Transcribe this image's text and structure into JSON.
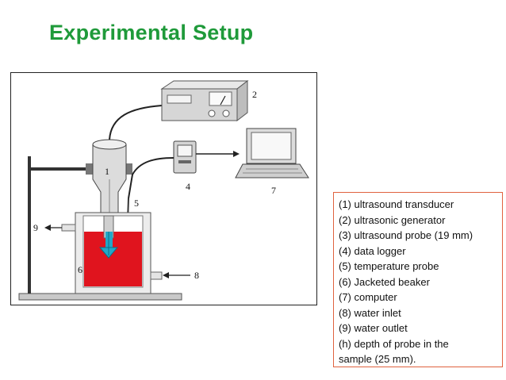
{
  "slide": {
    "title": "Experimental  Setup",
    "title_color": "#1f9a3a"
  },
  "diagram": {
    "callouts": {
      "c1": "1",
      "c2": "2",
      "c4": "4",
      "c5": "5",
      "c6": "6",
      "c7": "7",
      "c8": "8",
      "c9": "9"
    },
    "liquid_color": "#e0141e",
    "probe_color": "#22a8c8"
  },
  "legend": {
    "border_color": "#e0623f",
    "items": [
      "(1)  ultrasound transducer",
      "(2) ultrasonic generator",
      "(3) ultrasound probe (19 mm)",
      "(4) data logger",
      "(5) temperature probe",
      "(6) Jacketed beaker",
      "(7) computer",
      "(8) water inlet",
      "(9) water outlet",
      "(h) depth of probe in the",
      "sample (25 mm)."
    ]
  }
}
